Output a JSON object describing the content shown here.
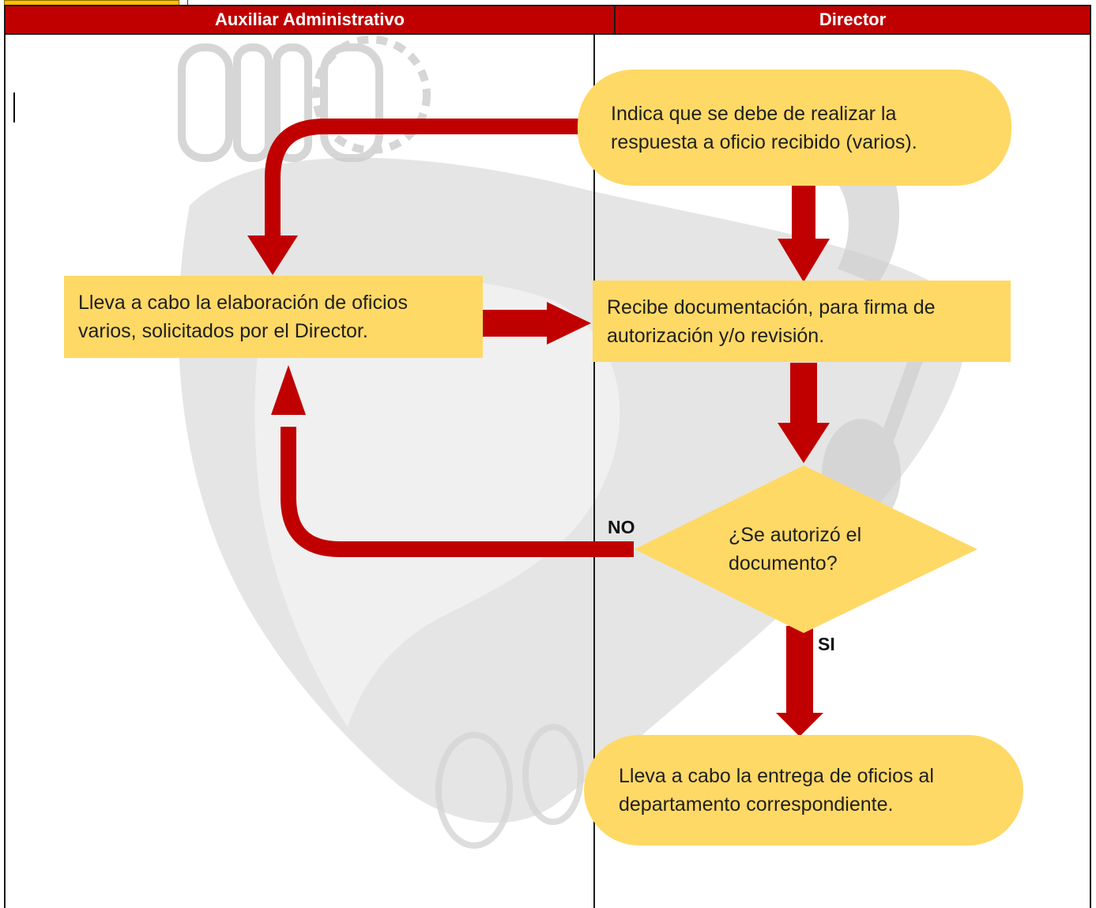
{
  "lanes": [
    {
      "title": "Auxiliar Administrativo"
    },
    {
      "title": "Director"
    }
  ],
  "nodes": {
    "start": "Indica que se debe de realizar la respuesta a oficio recibido (varios).",
    "elaboracion": "Lleva a cabo la elaboración de oficios varios, solicitados por el Director.",
    "recibe": "Recibe documentación, para firma de autorización y/o revisión.",
    "decision": "¿Se autorizó el documento?",
    "end": "Lleva a cabo la entrega de oficios al departamento correspondiente."
  },
  "edge_labels": {
    "no": "NO",
    "si": "SI"
  },
  "colors": {
    "header": "#c00000",
    "node_fill": "#ffd966",
    "arrow": "#c00000",
    "watermark": "#d9d9d9"
  }
}
